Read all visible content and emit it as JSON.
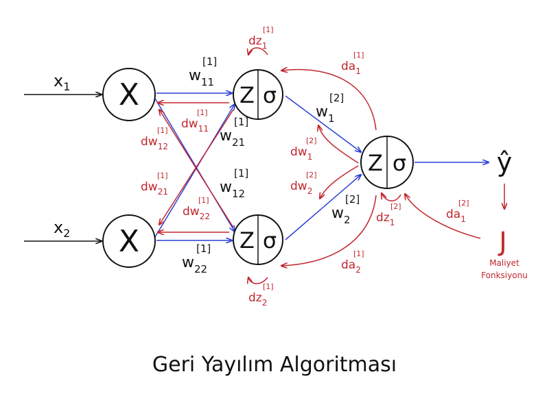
{
  "colors": {
    "forward": "#2b3fd6",
    "backward": "#c0262d",
    "ink": "#111111"
  },
  "inputs": [
    {
      "label": "x",
      "sub": "1",
      "node_symbol": "X"
    },
    {
      "label": "x",
      "sub": "2",
      "node_symbol": "X"
    }
  ],
  "neuron": {
    "z": "Z",
    "sigma": "σ"
  },
  "forward_weights": [
    {
      "base": "w",
      "sub": "11",
      "sup": "[1]"
    },
    {
      "base": "w",
      "sub": "21",
      "sup": "[1]"
    },
    {
      "base": "w",
      "sub": "12",
      "sup": "[1]"
    },
    {
      "base": "w",
      "sub": "22",
      "sup": "[1]"
    },
    {
      "base": "w",
      "sub": "1",
      "sup": "[2]"
    },
    {
      "base": "w",
      "sub": "2",
      "sup": "[2]"
    }
  ],
  "gradients": [
    {
      "base": "dz",
      "sub": "1",
      "sup": "[1]"
    },
    {
      "base": "dz",
      "sub": "2",
      "sup": "[1]"
    },
    {
      "base": "da",
      "sub": "1",
      "sup": "[1]"
    },
    {
      "base": "da",
      "sub": "2",
      "sup": "[1]"
    },
    {
      "base": "dw",
      "sub": "11",
      "sup": "[1]"
    },
    {
      "base": "dw",
      "sub": "12",
      "sup": "[1]"
    },
    {
      "base": "dw",
      "sub": "21",
      "sup": "[1]"
    },
    {
      "base": "dw",
      "sub": "22",
      "sup": "[1]"
    },
    {
      "base": "dw",
      "sub": "1",
      "sup": "[2]"
    },
    {
      "base": "dw",
      "sub": "2",
      "sup": "[2]"
    },
    {
      "base": "dz",
      "sub": "1",
      "sup": "[2]"
    },
    {
      "base": "da",
      "sub": "1",
      "sup": "[2]"
    }
  ],
  "output": {
    "yhat": "ŷ",
    "cost": "J",
    "cost_caption_line1": "Maliyet",
    "cost_caption_line2": "Fonksiyonu"
  },
  "caption": "Geri Yayılım Algoritması"
}
